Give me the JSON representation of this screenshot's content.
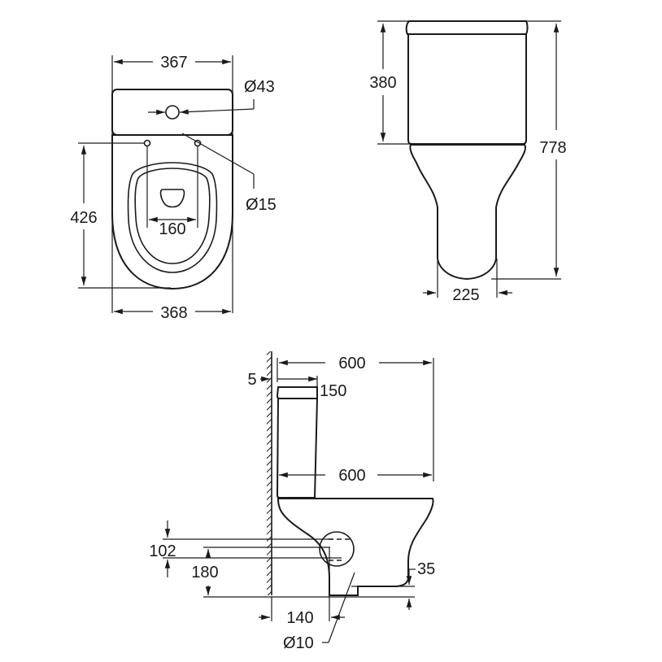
{
  "drawing": {
    "title": "Close-coupled toilet technical drawing",
    "line_color": "#1a1a1a",
    "background": "#ffffff"
  },
  "top_view": {
    "cistern_width": "367",
    "flush_hole_diameter": "Ø43",
    "seat_hole_diameter": "Ø15",
    "seat_hole_spacing": "160",
    "bowl_depth": "426",
    "bowl_width": "368"
  },
  "front_view": {
    "cistern_height": "380",
    "total_height": "778",
    "pedestal_width": "225"
  },
  "side_view": {
    "total_depth_top": "600",
    "wall_gap": "5",
    "lid_depth": "150",
    "total_depth_bowl": "600",
    "outlet_height_top": "102",
    "outlet_height_center": "180",
    "outlet_distance_from_wall": "140",
    "fixing_hole_diameter": "Ø10",
    "foot_height": "35"
  }
}
